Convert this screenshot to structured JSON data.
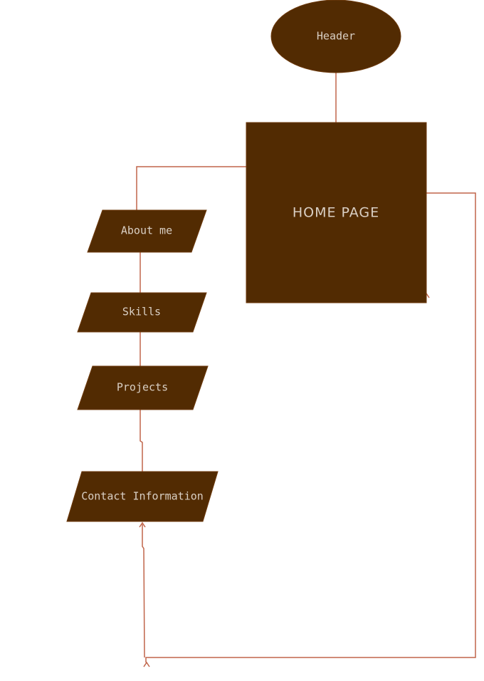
{
  "colors": {
    "node_fill": "#522b02",
    "node_stroke": "#6d3a0c",
    "edge": "#c0654a",
    "text": "#d9cfc4",
    "background": "#ffffff"
  },
  "nodes": {
    "header": {
      "label": "Header",
      "shape": "ellipse"
    },
    "home_page": {
      "label": "HOME PAGE",
      "shape": "rectangle"
    },
    "about_me": {
      "label": "About me",
      "shape": "parallelogram"
    },
    "skills": {
      "label": "Skills",
      "shape": "parallelogram"
    },
    "projects": {
      "label": "Projects",
      "shape": "parallelogram"
    },
    "contact_information": {
      "label": "Contact Information",
      "shape": "parallelogram"
    }
  },
  "edges": [
    {
      "from": "header",
      "to": "home_page",
      "arrow": false
    },
    {
      "from": "home_page",
      "to": "about_me",
      "arrow": false
    },
    {
      "from": "about_me",
      "to": "skills",
      "arrow": false
    },
    {
      "from": "skills",
      "to": "projects",
      "arrow": false
    },
    {
      "from": "projects",
      "to": "contact_information",
      "arrow": true
    },
    {
      "from": "home_page",
      "to": "contact_information",
      "arrow": true
    }
  ]
}
